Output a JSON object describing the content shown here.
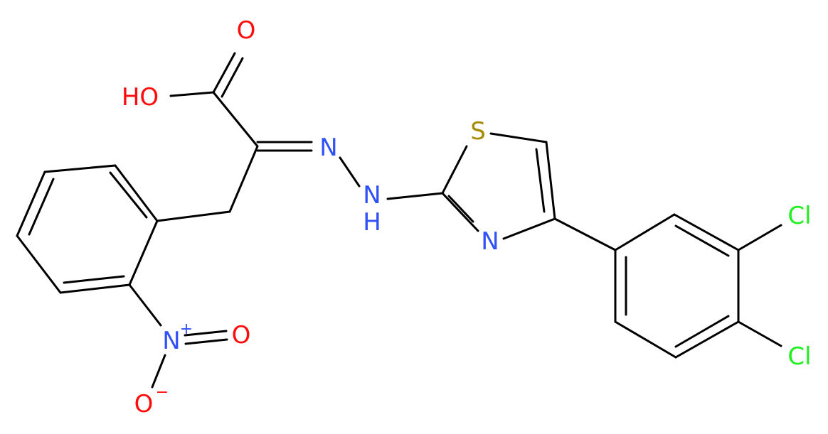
{
  "colors": {
    "carbon_bond": "#000000",
    "oxygen": "#ff0d0d",
    "nitrogen": "#3050f8",
    "sulfur": "#a68a00",
    "chlorine": "#1ff01f"
  },
  "atoms": {
    "o_carbonyl": "O",
    "hydroxyl": "HO",
    "n_hydrazone_1": "N",
    "n_hydrazone_2": "N",
    "h_hydrazone": "H",
    "s_thiazole": "S",
    "n_thiazole": "N",
    "cl_1": "Cl",
    "cl_2": "Cl",
    "n_nitro": "N",
    "n_nitro_charge": "+",
    "o_nitro_double": "O",
    "o_nitro_single": "O",
    "o_nitro_charge": "−"
  }
}
